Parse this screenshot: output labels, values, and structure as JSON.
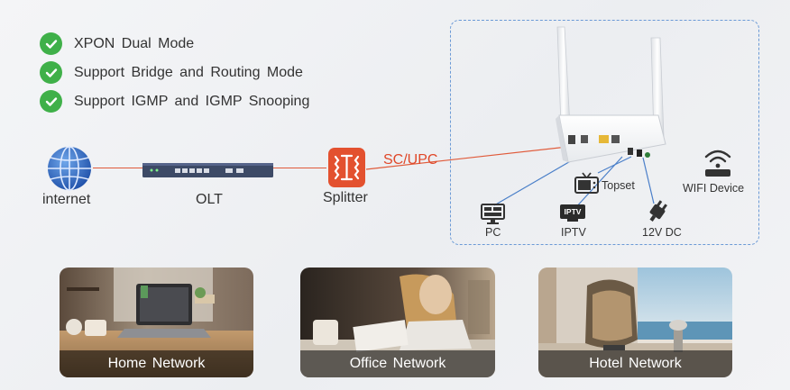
{
  "features": [
    "XPON Dual Mode",
    "Support Bridge and Routing Mode",
    "Support IGMP and IGMP Snooping"
  ],
  "topology": {
    "internet": "internet",
    "olt": "OLT",
    "splitter": "Splitter",
    "fiber": "SC/UPC",
    "topset": "Topset",
    "wifi": "WIFI Device",
    "pc": "PC",
    "iptv": "IPTV",
    "iptv_badge": "IPTV",
    "dc": "12V DC"
  },
  "scenes": [
    "Home Network",
    "Office Network",
    "Hotel Network"
  ],
  "colors": {
    "check": "#3fb049",
    "link_red": "#e05a3a",
    "link_blue": "#4a7fc9",
    "dashed_border": "#6b9ad6"
  },
  "icons": [
    "check-icon",
    "globe-icon",
    "olt-device",
    "splitter-icon",
    "router-device",
    "wifi-icon",
    "pc-icon",
    "tv-icon",
    "iptv-icon",
    "power-plug-icon"
  ]
}
